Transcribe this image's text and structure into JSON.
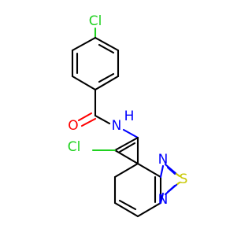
{
  "atoms": {
    "cl_top": "Cl",
    "o": "O",
    "nh_n": "N",
    "nh_h": "H",
    "cl_left": "Cl",
    "n_top": "N",
    "s": "S",
    "n_bottom": "N"
  },
  "colors": {
    "carbon": "#000000",
    "chlorine": "#1fd11f",
    "oxygen": "#ff0000",
    "nitrogen": "#0000ff",
    "sulfur": "#c8c800"
  }
}
